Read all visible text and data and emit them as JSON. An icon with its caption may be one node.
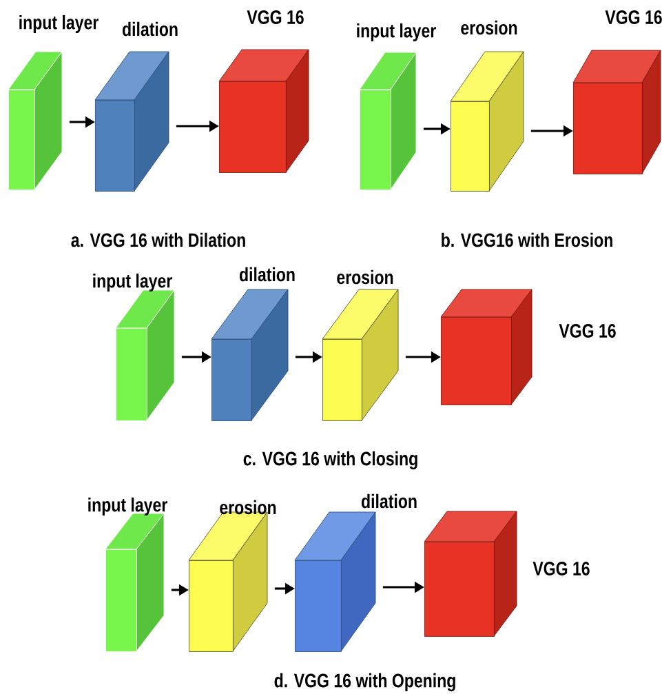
{
  "diagram": {
    "nodes": [
      {
        "text": [
          "input layer"
        ]
      },
      {
        "text": [
          "dilation"
        ]
      },
      {
        "text": [
          "VGG 16"
        ]
      },
      {
        "text": [
          "input layer"
        ]
      },
      {
        "text": [
          "erosion"
        ]
      },
      {
        "text": [
          "VGG 16"
        ]
      },
      {
        "text": [
          "input layer"
        ]
      },
      {
        "text": [
          "dilation"
        ]
      },
      {
        "text": [
          "erosion"
        ]
      },
      {
        "text": [
          "VGG 16"
        ]
      },
      {
        "text": [
          "input layer"
        ]
      },
      {
        "text": [
          "erosion"
        ]
      },
      {
        "text": [
          "dilation"
        ]
      },
      {
        "text": [
          "VGG 16"
        ]
      }
    ],
    "edges": [
      {
        "from": 0,
        "to": 1,
        "arrow": "to"
      },
      {
        "from": 1,
        "to": 2,
        "arrow": "to"
      },
      {
        "from": 3,
        "to": 4,
        "arrow": "to"
      },
      {
        "from": 4,
        "to": 5,
        "arrow": "to"
      },
      {
        "from": 6,
        "to": 7,
        "arrow": "to"
      },
      {
        "from": 7,
        "to": 8,
        "arrow": "to"
      },
      {
        "from": 8,
        "to": 9,
        "arrow": "to"
      },
      {
        "from": 10,
        "to": 11,
        "arrow": "to"
      },
      {
        "from": 11,
        "to": 12,
        "arrow": "to"
      },
      {
        "from": 12,
        "to": 13,
        "arrow": "to"
      }
    ],
    "labels": [
      "a. VGG 16 with Dilation",
      "b. VGG16 with Erosion",
      "c. VGG 16 with Closing",
      "d. VGG 16 with Opening"
    ]
  }
}
